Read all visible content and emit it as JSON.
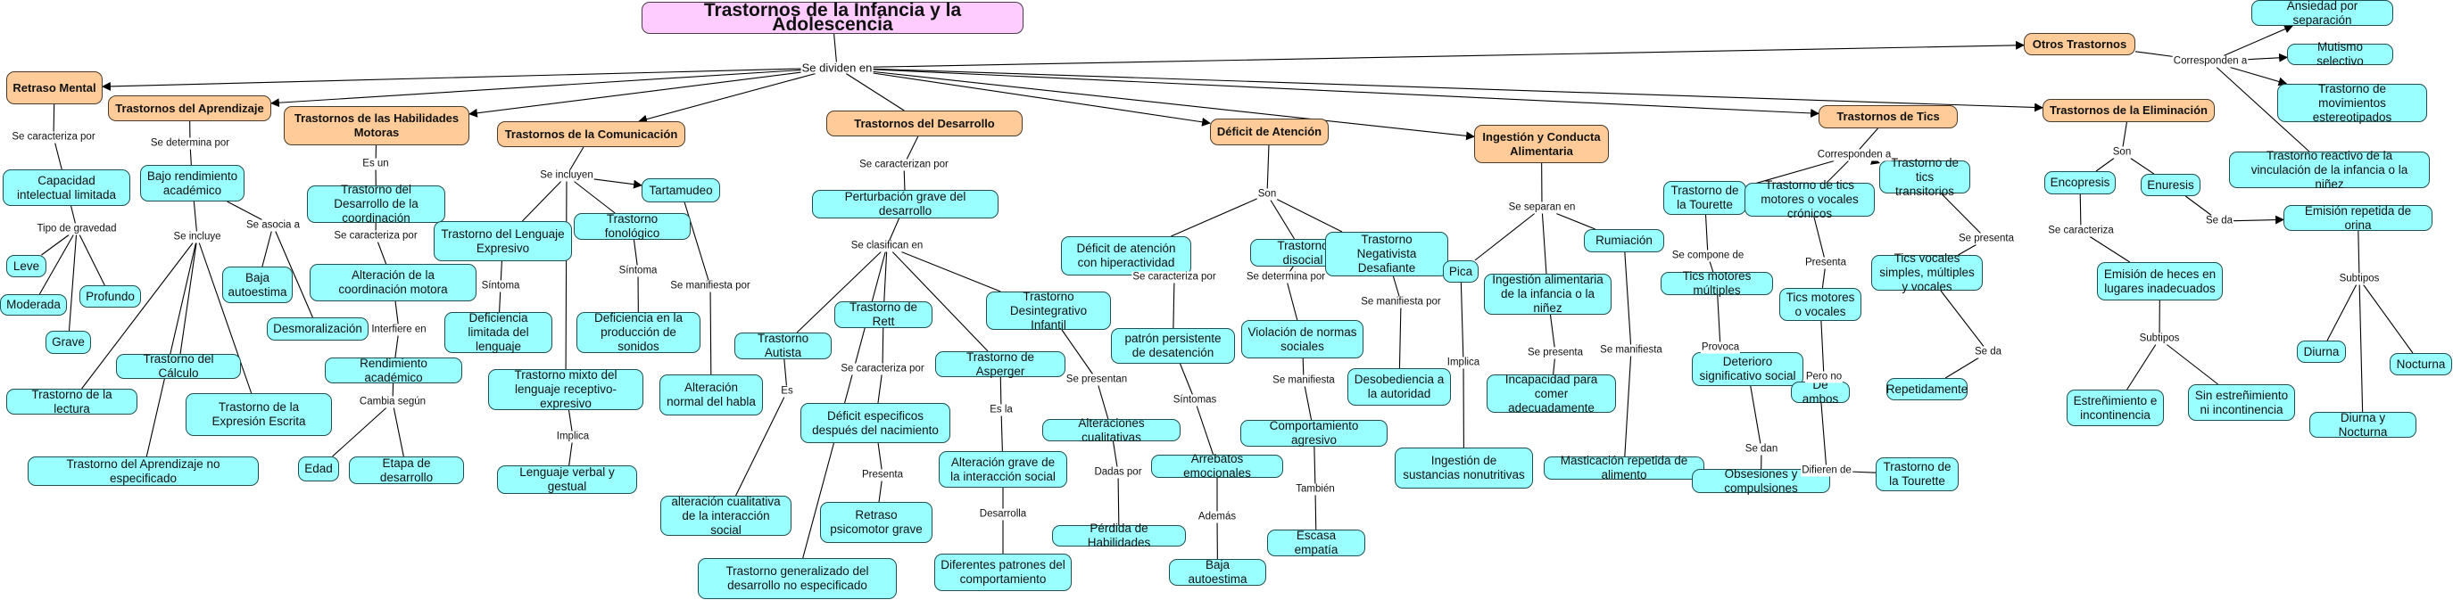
{
  "title": "Trastornos de la Infancia y la Adolescencia",
  "root_link": "Se dividen en",
  "categories": {
    "retraso": "Retraso Mental",
    "aprendizaje": "Trastornos del Aprendizaje",
    "motoras": "Trastornos de las Habilidades Motoras",
    "comunicacion": "Trastornos de la Comunicación",
    "desarrollo": "Trastornos del Desarrollo",
    "atencion": "Déficit de Atención",
    "ingestion": "Ingestión y Conducta Alimentaria",
    "tics": "Trastornos de Tics",
    "eliminacion": "Trastornos de la Eliminación",
    "otros": "Otros Trastornos"
  },
  "concepts": {
    "capacidad": "Capacidad intelectual limitada",
    "leve": "Leve",
    "moderada": "Moderada",
    "profundo": "Profundo",
    "grave": "Grave",
    "bajo_rend": "Bajo rendimiento académico",
    "baja_auto": "Baja autoestima",
    "desmoral": "Desmoralización",
    "calculo": "Trastorno del Cálculo",
    "lectura": "Trastorno de la lectura",
    "expresion": "Trastorno de la Expresión Escrita",
    "apr_noesp": "Trastorno del Aprendizaje no especificado",
    "des_coord": "Trastorno del Desarrollo de la coordinación",
    "alt_coord": "Alteración de la coordinación motora",
    "rend_acad": "Rendimiento académico",
    "edad": "Edad",
    "etapa": "Etapa de desarrollo",
    "leng_expr": "Trastorno del Lenguaje Expresivo",
    "fonologico": "Trastorno fonológico",
    "tartamudeo": "Tartamudeo",
    "def_lim": "Deficiencia limitada del lenguaje",
    "def_prod": "Deficiencia en la producción de sonidos",
    "mixto": "Trastorno mixto del lenguaje receptivo-expresivo",
    "alt_habla": "Alteración normal del habla",
    "verbal": "Lenguaje verbal y gestual",
    "perturb": "Perturbación grave del desarrollo",
    "autista": "Trastorno Autista",
    "rett": "Trastorno de Rett",
    "asperger": "Trastorno de Asperger",
    "desinteg": "Trastorno Desintegrativo Infantil",
    "alt_cual_soc": "alteración cualitativa de la interacción social",
    "def_esp": "Déficit especificos después del nacimiento",
    "retr_psico": "Retraso psicomotor grave",
    "tgd_noesp": "Trastorno generalizado del desarrollo no especificado",
    "alt_grave": "Alteración grave de la interacción social",
    "dif_patr": "Diferentes patrones del comportamiento",
    "alt_cualit": "Alteraciones cualitativas",
    "perdida": "Pérdida de Habilidades",
    "tdah": "Déficit de atención con hiperactividad",
    "disocial": "Trastorno disocial",
    "negativista": "Trastorno Negativista Desafiante",
    "patron": "patrón persistente de desatención",
    "violacion": "Violación de normas sociales",
    "desobed": "Desobediencia a la autoridad",
    "arrebatos": "Arrebatos emocionales",
    "agresivo": "Comportamiento agresivo",
    "baja_auto2": "Baja autoestima",
    "empatia": "Escasa empatía",
    "pica": "Pica",
    "ing_alim": "Ingestión alimentaria de la infancia o la niñez",
    "rumiacion": "Rumiación",
    "incapacidad": "Incapacidad para comer adecuadamente",
    "sustancias": "Ingestión de sustancias nonutritivas",
    "masticacion": "Masticación repetida de alimento",
    "tourette": "Trastorno de la Tourette",
    "cronicos": "Trastorno de tics motores o vocales crónicos",
    "transitorios": "Trastorno de tics transitorios",
    "tics_mult": "Tics motores múltiples",
    "tics_mov": "Tics motores o vocales",
    "tics_voc": "Tics vocales simples, múltiples y vocales",
    "deterioro": "Deterioro significativo social",
    "ambos": "De ambos",
    "repetida": "Repetidamente",
    "obsesiones": "Obsesiones y compulsiones",
    "tourette2": "Trastorno de la Tourette",
    "encopresis": "Encopresis",
    "enuresis": "Enuresis",
    "heces": "Emisión de heces en lugares inadecuados",
    "estrenim": "Estreñimiento e incontinencia",
    "sin_estr": "Sin estreñimiento ni incontinencia",
    "orina": "Emisión repetida de orina",
    "diurna": "Diurna",
    "nocturna": "Nocturna",
    "diurna_noct": "Diurna y Nocturna",
    "ansiedad": "Ansiedad por separación",
    "mutismo": "Mutismo selectivo",
    "movimientos": "Trastorno de movimientos estereotipados",
    "reactivo": "Trastorno reactivo de la vinculación de la infancia o la niñez"
  },
  "links": {
    "l_rm": "Se caracteriza por",
    "l_grav": "Tipo de gravedad",
    "l_det": "Se determina por",
    "l_incl": "Se incluye",
    "l_asoc": "Se asocia a",
    "l_esun": "Es un",
    "l_carac": "Se caracteriza por",
    "l_interf": "Interfiere en",
    "l_cambia": "Cambia según",
    "l_incluyen": "Se incluyen",
    "l_sint1": "Síntoma",
    "l_sint2": "Síntoma",
    "l_manif": "Se manifiesta por",
    "l_implica": "Implica",
    "l_desc": "Se caracterizan por",
    "l_clasif": "Se clasifican en",
    "l_es": "Es",
    "l_carac2": "Se caracteriza por",
    "l_presenta": "Presenta",
    "l_esla": "Es la",
    "l_desarrolla": "Desarrolla",
    "l_presentan": "Se presentan",
    "l_dadas": "Dadas por",
    "l_son": "Son",
    "l_carac3": "Se caracteriza por",
    "l_det2": "Se determina por",
    "l_manif2": "Se manifiesta por",
    "l_sintomas": "Síntomas",
    "l_semanif": "Se manifiesta",
    "l_ademas": "Además",
    "l_tambien": "También",
    "l_separan": "Se separan en",
    "l_implica2": "Implica",
    "l_sepresenta": "Se presenta",
    "l_semanif2": "Se manifiesta",
    "l_corresp": "Corresponden a",
    "l_compone": "Se compone de",
    "l_presenta2": "Presenta",
    "l_sepresenta2": "Se presenta",
    "l_provoca": "Provoca",
    "l_perono": "Pero no",
    "l_seda": "Se da",
    "l_sedan": "Se dan",
    "l_difieren": "Difieren de",
    "l_son2": "Son",
    "l_caract": "Se caracteriza",
    "l_seda2": "Se da",
    "l_subtipos": "Subtipos",
    "l_subtipos2": "Subtipos",
    "l_corresp2": "Corresponden a"
  },
  "colors": {
    "root": "#ffccff",
    "category": "#ffcc99",
    "concept": "#99ffff"
  }
}
